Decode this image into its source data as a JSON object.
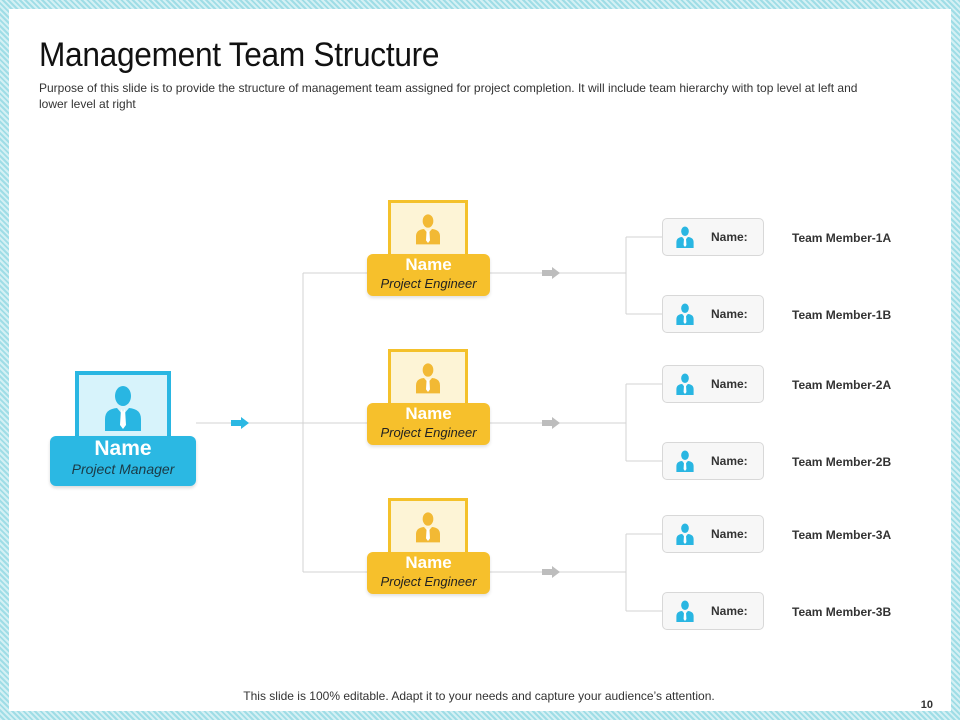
{
  "slide": {
    "title": "Management Team Structure",
    "subtitle": "Purpose of this slide is to provide the structure of management team assigned for project completion. It will include team hierarchy with top level at left and lower level at right",
    "footer": "This slide is 100% editable. Adapt it to your needs and capture your audience’s attention.",
    "page_number": "10"
  },
  "colors": {
    "manager_accent": "#2bb8e3",
    "engineer_accent": "#f6c02c",
    "member_icon": "#29b6e2"
  },
  "icons": {
    "person": "person-icon",
    "arrow": "arrow-right-icon"
  },
  "manager": {
    "name": "Name",
    "role": "Project Manager"
  },
  "engineers": [
    {
      "name": "Name",
      "role": "Project Engineer"
    },
    {
      "name": "Name",
      "role": "Project Engineer"
    },
    {
      "name": "Name",
      "role": "Project Engineer"
    }
  ],
  "members": [
    {
      "label": "Name:",
      "value": "Team Member-1A"
    },
    {
      "label": "Name:",
      "value": "Team Member-1B"
    },
    {
      "label": "Name:",
      "value": "Team Member-2A"
    },
    {
      "label": "Name:",
      "value": "Team Member-2B"
    },
    {
      "label": "Name:",
      "value": "Team Member-3A"
    },
    {
      "label": "Name:",
      "value": "Team Member-3B"
    }
  ]
}
